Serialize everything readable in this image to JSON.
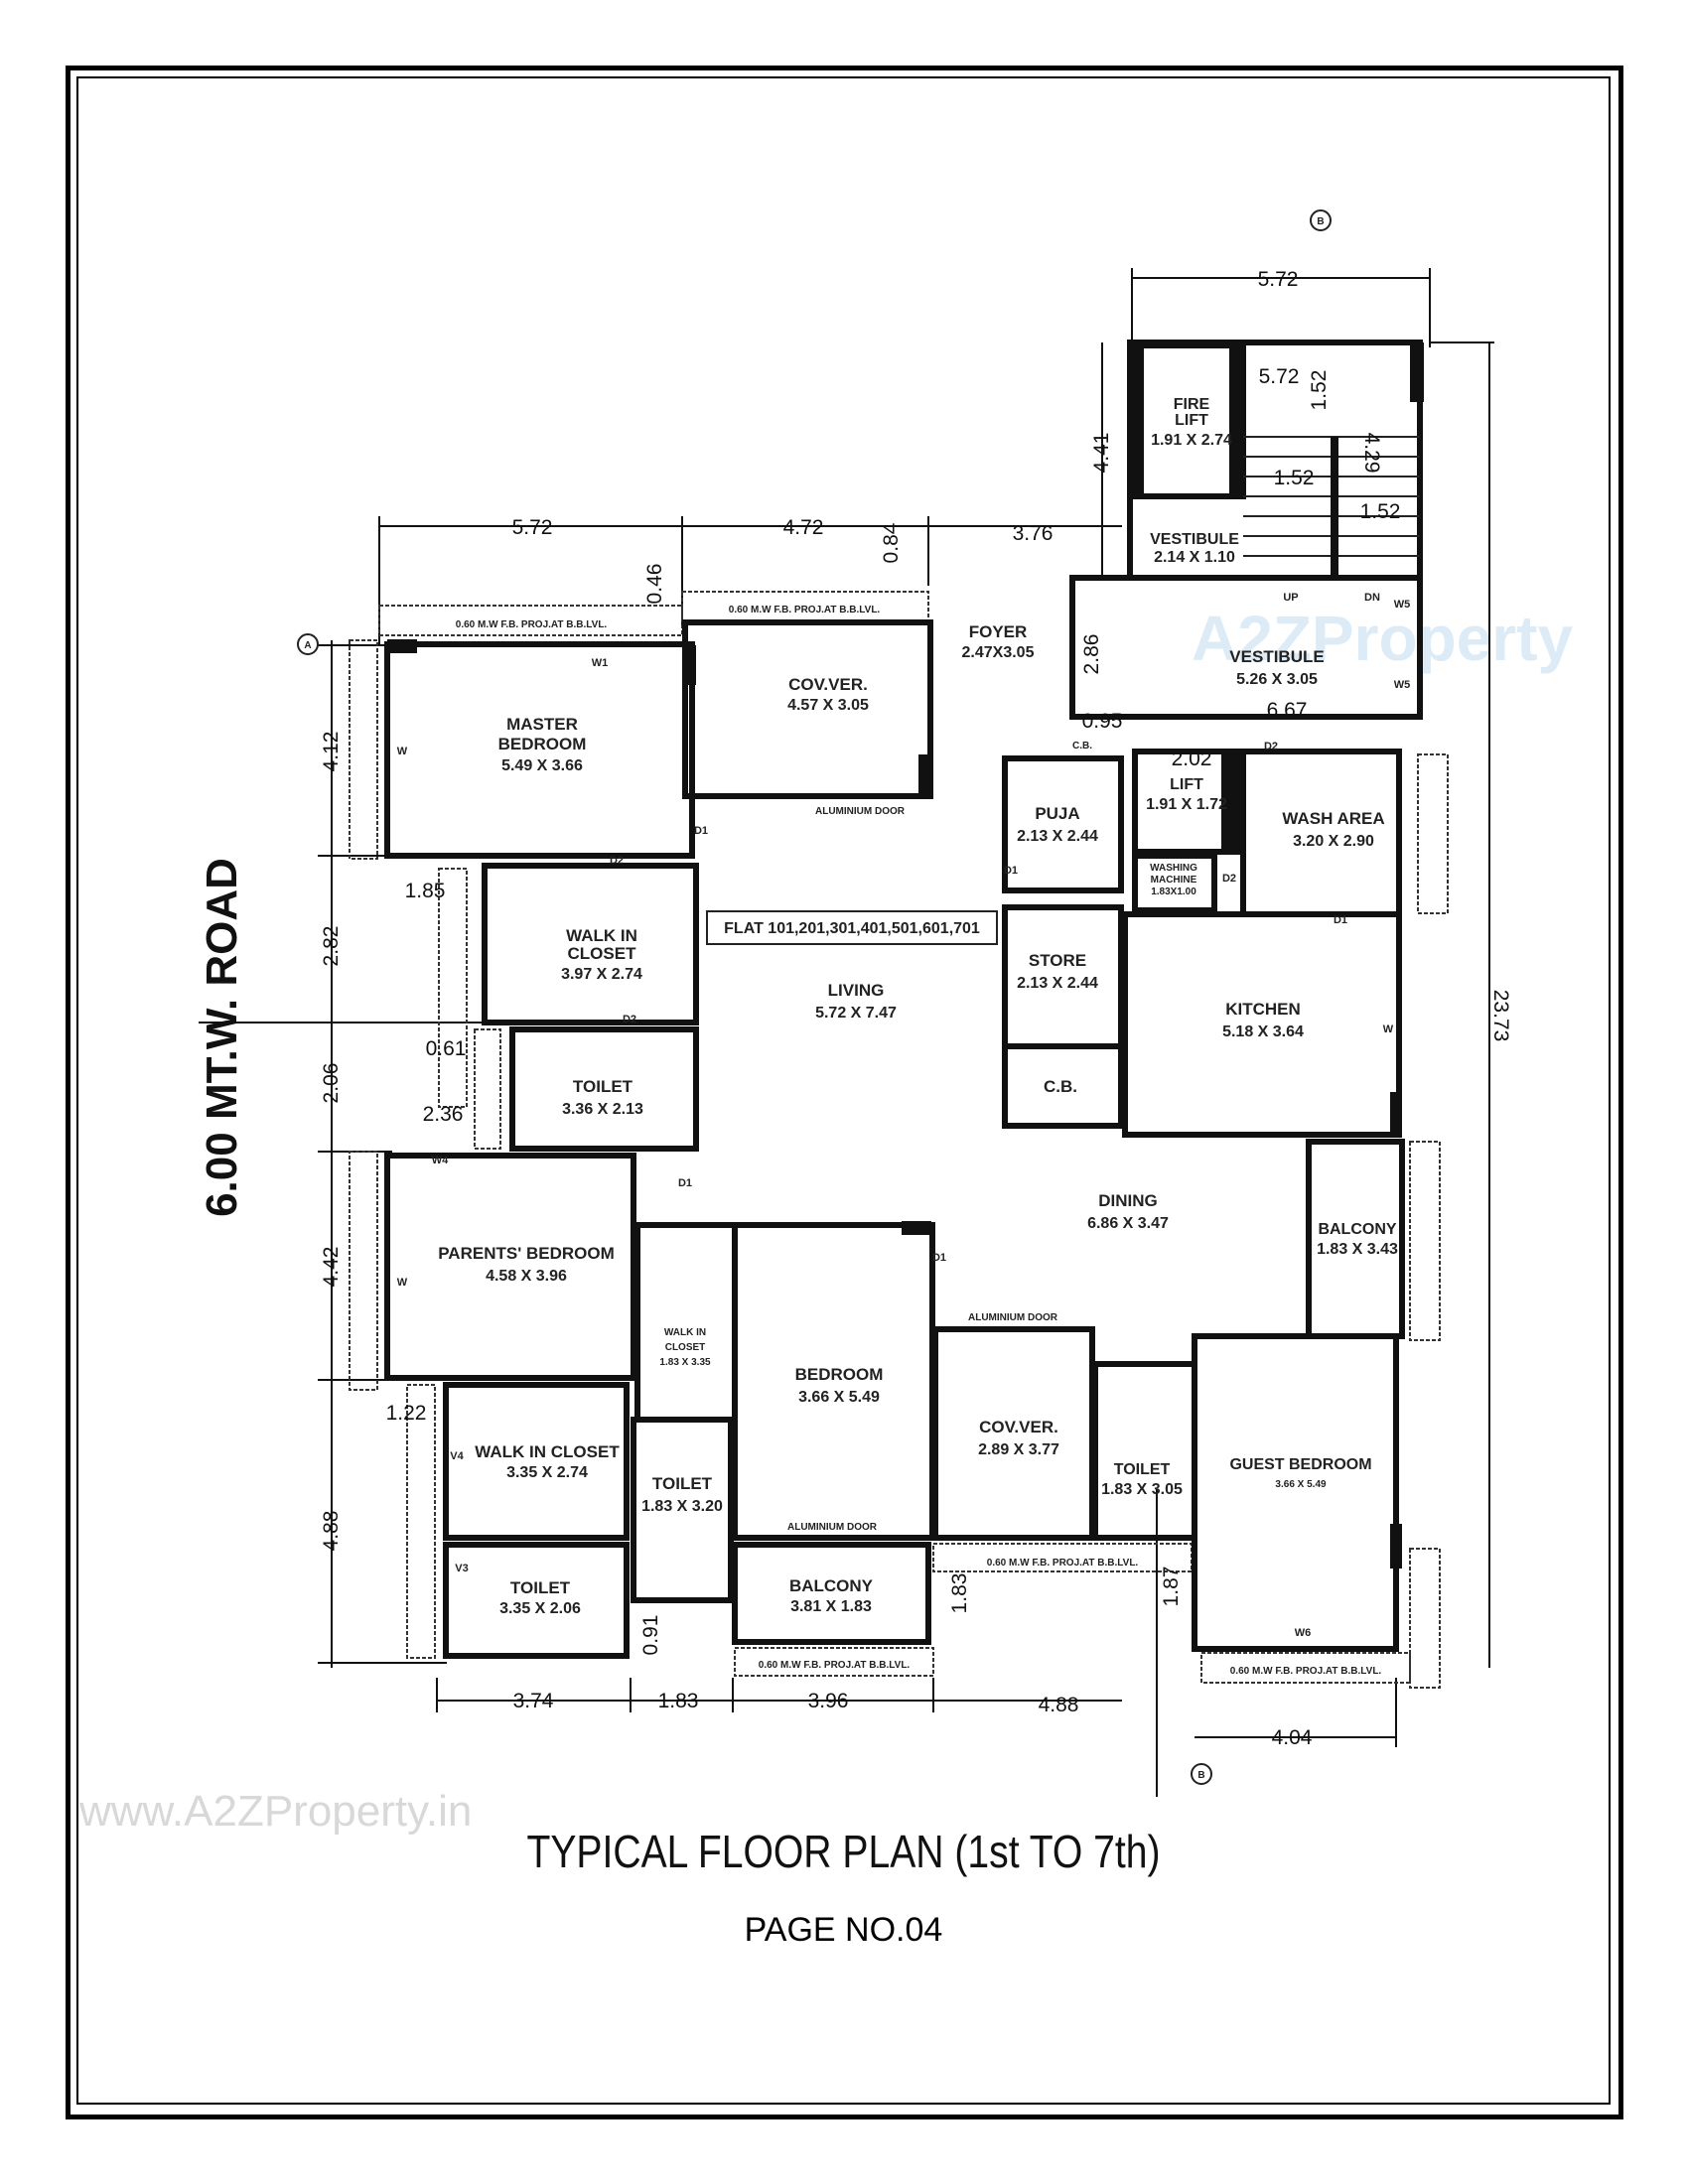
{
  "plan_title": "TYPICAL FLOOR  PLAN (1st TO 7th)",
  "page_number": "PAGE NO.04",
  "road_label": "6.00 MT.W. ROAD",
  "flat_label": "FLAT 101,201,301,401,501,601,701",
  "watermark_url": "www.A2ZProperty.in",
  "watermark_logo": "A2ZProperty",
  "grid_markers": [
    "A",
    "B",
    "B"
  ],
  "projection_note": "0.60 M.W F.B. PROJ.AT B.B.LVL.",
  "door_note": "ALUMINIUM DOOR",
  "stair": {
    "up": "UP",
    "dn": "DN"
  },
  "rooms": {
    "master_bedroom": {
      "name1": "MASTER",
      "name2": "BEDROOM",
      "size": "5.49 X 3.66"
    },
    "cov_ver_top": {
      "name": "COV.VER.",
      "size": "4.57 X 3.05"
    },
    "foyer": {
      "name": "FOYER",
      "size": "2.47X3.05"
    },
    "fire_lift": {
      "name1": "FIRE",
      "name2": "LIFT",
      "size": "1.91 X 2.74"
    },
    "vestibule_small": {
      "name": "VESTIBULE",
      "size": "2.14 X 1.10"
    },
    "vestibule_large": {
      "name": "VESTIBULE",
      "size": "5.26 X 3.05"
    },
    "puja": {
      "name": "PUJA",
      "size": "2.13 X 2.44"
    },
    "lift": {
      "name": "LIFT",
      "size": "1.91 X 1.72"
    },
    "washing_machine": {
      "name1": "WASHING",
      "name2": "MACHINE",
      "size": "1.83X1.00"
    },
    "wash_area": {
      "name": "WASH AREA",
      "size": "3.20 X 2.90"
    },
    "store": {
      "name": "STORE",
      "size": "2.13 X 2.44"
    },
    "cb_1": {
      "name": "C.B."
    },
    "cb_2": {
      "name": "C.B."
    },
    "kitchen": {
      "name": "KITCHEN",
      "size": "5.18 X 3.64"
    },
    "living": {
      "name": "LIVING",
      "size": "5.72 X 7.47"
    },
    "walk_in_closet_1": {
      "name1": "WALK IN",
      "name2": "CLOSET",
      "size": "3.97 X 2.74"
    },
    "toilet_1": {
      "name": "TOILET",
      "size": "3.36 X 2.13"
    },
    "dining": {
      "name": "DINING",
      "size": "6.86 X 3.47"
    },
    "balcony_right": {
      "name": "BALCONY",
      "size": "1.83 X 3.43"
    },
    "parents_bedroom": {
      "name": "PARENTS' BEDROOM",
      "size": "4.58 X 3.96"
    },
    "walk_in_closet_2": {
      "name1": "WALK IN",
      "name2": "CLOSET",
      "size": "1.83 X 3.35"
    },
    "bedroom": {
      "name": "BEDROOM",
      "size": "3.66 X 5.49"
    },
    "walk_in_closet_3": {
      "name": "WALK IN CLOSET",
      "size": "3.35 X 2.74"
    },
    "toilet_2": {
      "name": "TOILET",
      "size": "1.83 X 3.20"
    },
    "toilet_3": {
      "name": "TOILET",
      "size": "3.35 X 2.06"
    },
    "balcony_bottom": {
      "name": "BALCONY",
      "size": "3.81 X 1.83"
    },
    "cov_ver_bottom": {
      "name": "COV.VER.",
      "size": "2.89 X 3.77"
    },
    "toilet_4": {
      "name": "TOILET",
      "size": "1.83 X 3.05"
    },
    "guest_bedroom": {
      "name": "GUEST BEDROOM",
      "size": "3.66 X 5.49"
    }
  },
  "dimensions": {
    "top_1": "5.72",
    "top_2": "4.72",
    "top_3": "3.76",
    "top_084": "0.84",
    "top_046": "0.46",
    "stair_top": "5.72",
    "stair_inner": "5.72",
    "stair_152a": "1.52",
    "stair_152b": "1.52",
    "stair_152c": "1.52",
    "stair_429": "4.29",
    "lift_441": "4.41",
    "foyer_286": "2.86",
    "cb_095": "0.95",
    "vest_667": "6.67",
    "lift_202": "2.02",
    "overall_2373": "23.73",
    "left_412": "4.12",
    "left_282": "2.82",
    "left_206": "2.06",
    "left_442": "4.42",
    "left_488": "4.88",
    "left_185": "1.85",
    "left_061": "0.61",
    "left_236": "2.36",
    "left_122": "1.22",
    "bot_374": "3.74",
    "bot_183": "1.83",
    "bot_396": "3.96",
    "bot_488": "4.88",
    "bot_404": "4.04",
    "bot_091": "0.91",
    "bal_183": "1.83",
    "bal_187": "1.87"
  },
  "openings": {
    "d1": "D1",
    "d2": "D2",
    "w": "W",
    "w1": "W1",
    "w4": "W4",
    "w5": "W5",
    "w6": "W6",
    "v3": "V3",
    "v4": "V4"
  }
}
